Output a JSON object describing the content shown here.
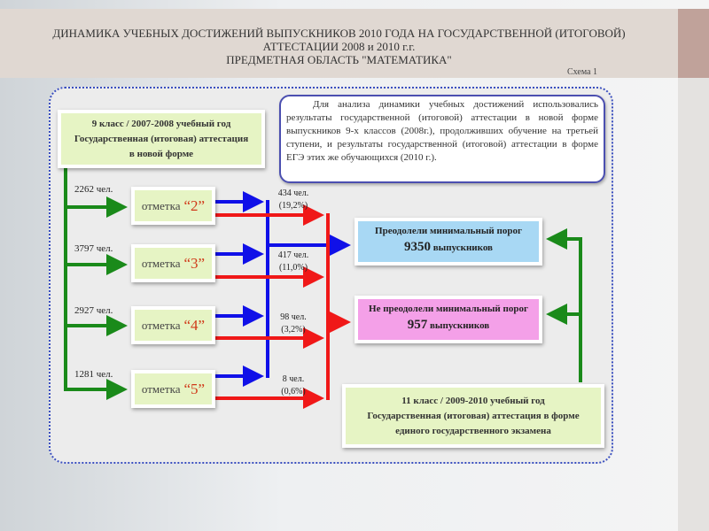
{
  "header": {
    "title_lines": [
      "ДИНАМИКА УЧЕБНЫХ ДОСТИЖЕНИЙ ВЫПУСКНИКОВ 2010 ГОДА НА ГОСУДАРСТВЕННОЙ (ИТОГОВОЙ)",
      "АТТЕСТАЦИИ 2008 и 2010 г.г.",
      "ПРЕДМЕТНАЯ ОБЛАСТЬ \"МАТЕМАТИКА\""
    ],
    "scheme": "Схема 1"
  },
  "start_box": {
    "lines": [
      "9 класс / 2007-2008 учебный год",
      "Государственная (итоговая) аттестация",
      "в новой форме"
    ]
  },
  "note": "Для анализа динамики учебных достижений использовались результаты государственной (итоговой) аттестации в новой форме выпускников 9-х классов (2008г.), продолживших обучение на третьей ступени, и результаты государственной (итоговой) аттестации в форме ЕГЭ этих же обучающихся (2010 г.).",
  "grades": [
    {
      "count": "2262 чел.",
      "label": "отметка",
      "grade": "“2”",
      "fail_count": "434 чел.",
      "fail_pct": "(19,2%)"
    },
    {
      "count": "3797 чел.",
      "label": "отметка",
      "grade": "“3”",
      "fail_count": "417 чел.",
      "fail_pct": "(11,0%)"
    },
    {
      "count": "2927 чел.",
      "label": "отметка",
      "grade": "“4”",
      "fail_count": "98 чел.",
      "fail_pct": "(3,2%)"
    },
    {
      "count": "1281 чел.",
      "label": "отметка",
      "grade": "“5”",
      "fail_count": "8 чел.",
      "fail_pct": "(0,6%)"
    }
  ],
  "passed": {
    "title": "Преодолели минимальный порог",
    "value": "9350",
    "unit": "выпускников",
    "color": "#a8d8f4"
  },
  "failed": {
    "title": "Не преодолели минимальный порог",
    "value": "957",
    "unit": "выпускников",
    "color": "#f4a0e8"
  },
  "end_box": {
    "lines": [
      "11 класс / 2009-2010 учебный год",
      "Государственная (итоговая) аттестация в форме",
      "единого государственного экзамена"
    ]
  },
  "colors": {
    "green": "#1a8a1a",
    "blue": "#1010e8",
    "red": "#f01818"
  }
}
